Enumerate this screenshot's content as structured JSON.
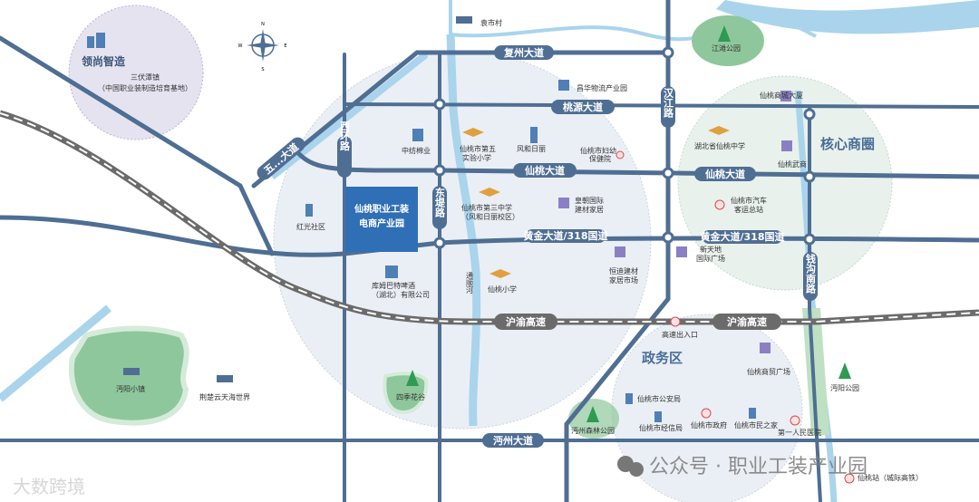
{
  "map": {
    "compass": {
      "n": "N",
      "s": "S",
      "e": "E",
      "w": "W"
    },
    "highlight": {
      "line1": "仙桃职业工装",
      "line2": "电商产业园"
    },
    "zones": {
      "core": "核心商圈",
      "government": "政务区",
      "lingshang": "领尚智造",
      "sanfu_line1": "三伏潭镇",
      "sanfu_line2": "（中国职业装制造培育基地）"
    },
    "roads": {
      "fuzhou": "复州大道",
      "taoyuan": "桃源大道",
      "xiantao_w": "仙桃大道",
      "xiantao_e": "仙桃大道",
      "huangjin_w": "黄金大道/318国道",
      "huangjin_e": "黄金大道/318国道",
      "xihuan": "西环路",
      "dongdi": "东堤路",
      "hanjiang": "汉江路",
      "qiangou": "钱沟南路",
      "hurong_w": "沪渝高速",
      "hurong_e": "沪渝高速",
      "mianzhou": "沔州大道",
      "diagonal": "五...大道"
    },
    "pois": {
      "yuanshicun": "袁市村",
      "jiangtan": "江滩公园",
      "changhua": "昌华物流产业园",
      "shangcheng": "仙桃商城大厦",
      "zhongmian": "中纺棉业",
      "wuxiao_1": "仙桃市第五",
      "wuxiao_2": "实验小学",
      "fenghe": "风和日丽",
      "fuyou_1": "仙桃市妇幼",
      "fuyou_2": "保健院",
      "hubeizx": "湖北省仙桃中学",
      "wushang": "仙桃武商",
      "hongguang": "红光社区",
      "sanzhong_1": "仙桃市第三中学",
      "sanzhong_2": "（风和日丽校区）",
      "huangchao_1": "皇朝国际",
      "huangchao_2": "建材家居",
      "bus_1": "仙桃市汽车",
      "bus_2": "客运总站",
      "xintiandi_1": "新天地",
      "xintiandi_2": "国际广场",
      "hengdi_1": "恒迪建材",
      "hengdi_2": "家居市场",
      "brewery_1": "库姆巴特啤酒",
      "brewery_2": "（湖北）有限公司",
      "xiantaoxx": "仙桃小学",
      "exit": "高速出入口",
      "shangmao": "仙桃商贸广场",
      "gonganju": "仙桃市公安局",
      "jingxinju": "仙桃市经信局",
      "zhengfu": "仙桃市政府",
      "minzhijia": "仙桃市民之家",
      "yiyuan": "第一人民医院",
      "mianyang_park": "沔阳公园",
      "forest_park": "沔州森林公园",
      "station": "仙桃站（城际高铁）",
      "siji": "四季花谷",
      "mianyang_town": "沔阳小镇",
      "jingchu": "荆楚云天海世界",
      "river_label": "通顺河"
    },
    "watermarks": {
      "wechat": "公众号 · 职业工装产业园",
      "logo": "大数跨境"
    },
    "colors": {
      "road": "#4f6e93",
      "river": "#a9d4ec",
      "park": "#8ec79b",
      "zone": "#e9eef4",
      "highway": "#6b6b6b",
      "highlight": "#2f6fb5"
    }
  }
}
